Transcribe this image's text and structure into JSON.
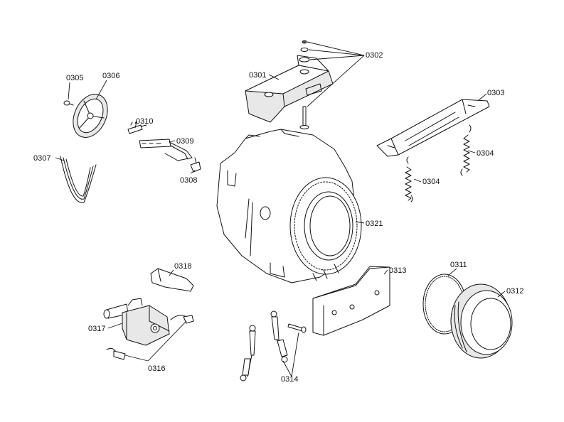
{
  "labels": {
    "p0301": "0301",
    "p0302": "0302",
    "p0303": "0303",
    "p0304a": "0304",
    "p0304b": "0304",
    "p0305": "0305",
    "p0306": "0306",
    "p0307": "0307",
    "p0308": "0308",
    "p0309": "0309",
    "p0310": "0310",
    "p0311": "0311",
    "p0312": "0312",
    "p0313": "0313",
    "p0314": "0314",
    "p0316": "0316",
    "p0317": "0317",
    "p0318": "0318",
    "p0321": "0321"
  },
  "colors": {
    "line": "#111111",
    "background": "#ffffff"
  }
}
